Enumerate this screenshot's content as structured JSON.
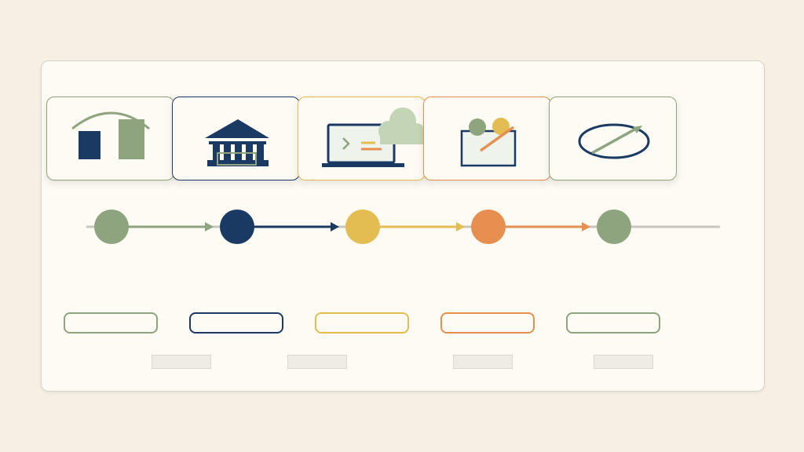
{
  "colors": {
    "sage": "#8da47e",
    "navy": "#1b3a63",
    "gold": "#e3bd52",
    "orange": "#e78f50",
    "light_sage": "#c3d5b6",
    "track": "#c9c6bf",
    "background": "#f6efe3",
    "panel": "#fdfbf3"
  },
  "stages": [
    {
      "icon": "chart-bars-arc-icon",
      "color": "sage",
      "label": "",
      "caption": ""
    },
    {
      "icon": "bank-building-icon",
      "color": "navy",
      "label": "",
      "caption": ""
    },
    {
      "icon": "laptop-cloud-terminal-icon",
      "color": "gold",
      "label": "",
      "caption": ""
    },
    {
      "icon": "board-growth-icon",
      "color": "orange",
      "label": "",
      "caption": ""
    },
    {
      "icon": "ellipse-arrow-icon",
      "color": "sage",
      "label": "",
      "caption": ""
    }
  ],
  "captions": [
    "",
    "",
    "",
    ""
  ]
}
